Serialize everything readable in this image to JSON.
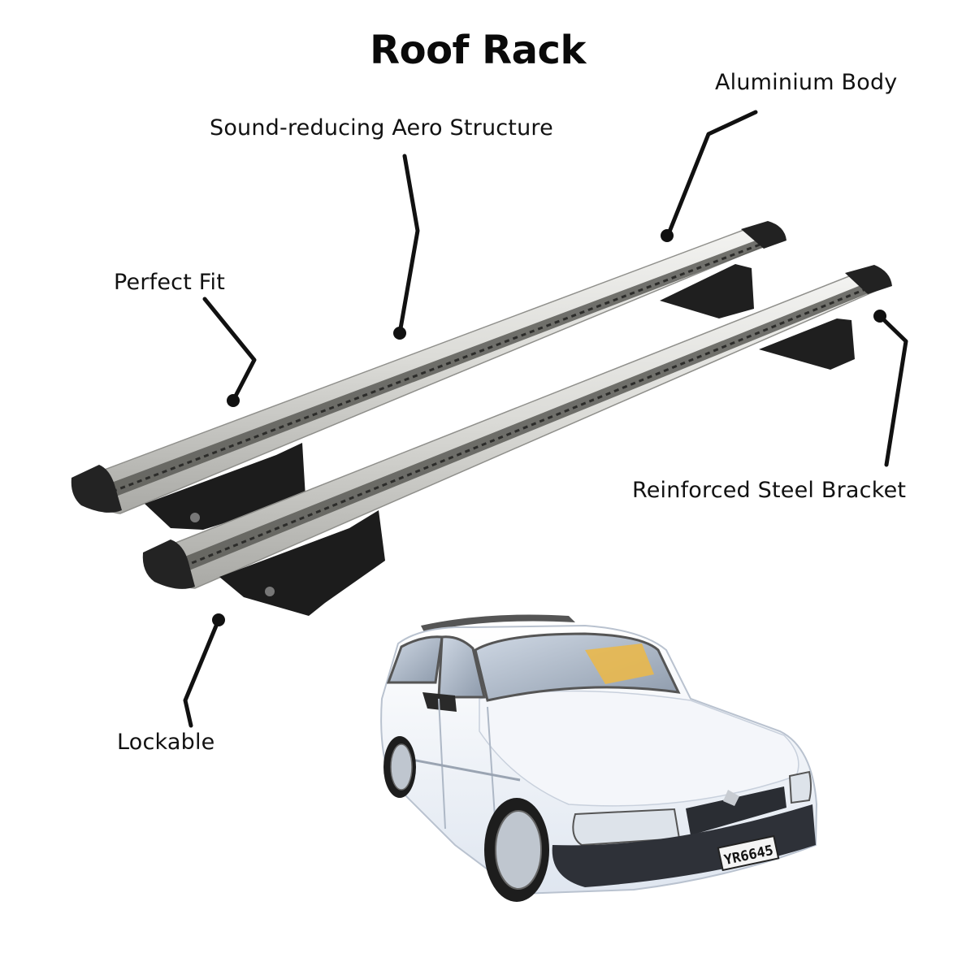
{
  "title": "Roof Rack",
  "features": {
    "aluminium_body": "Aluminium Body",
    "aero_structure": "Sound-reducing Aero Structure",
    "perfect_fit": "Perfect Fit",
    "steel_bracket": "Reinforced Steel Bracket",
    "lockable": "Lockable"
  },
  "car": {
    "plate": "YR6645"
  },
  "colors": {
    "bar_silver": "#d9d9d6",
    "bar_edge": "#9e9e9a",
    "rubber_black": "#1e1e1e",
    "car_white": "#eef2f8",
    "leader_line": "#111111"
  }
}
